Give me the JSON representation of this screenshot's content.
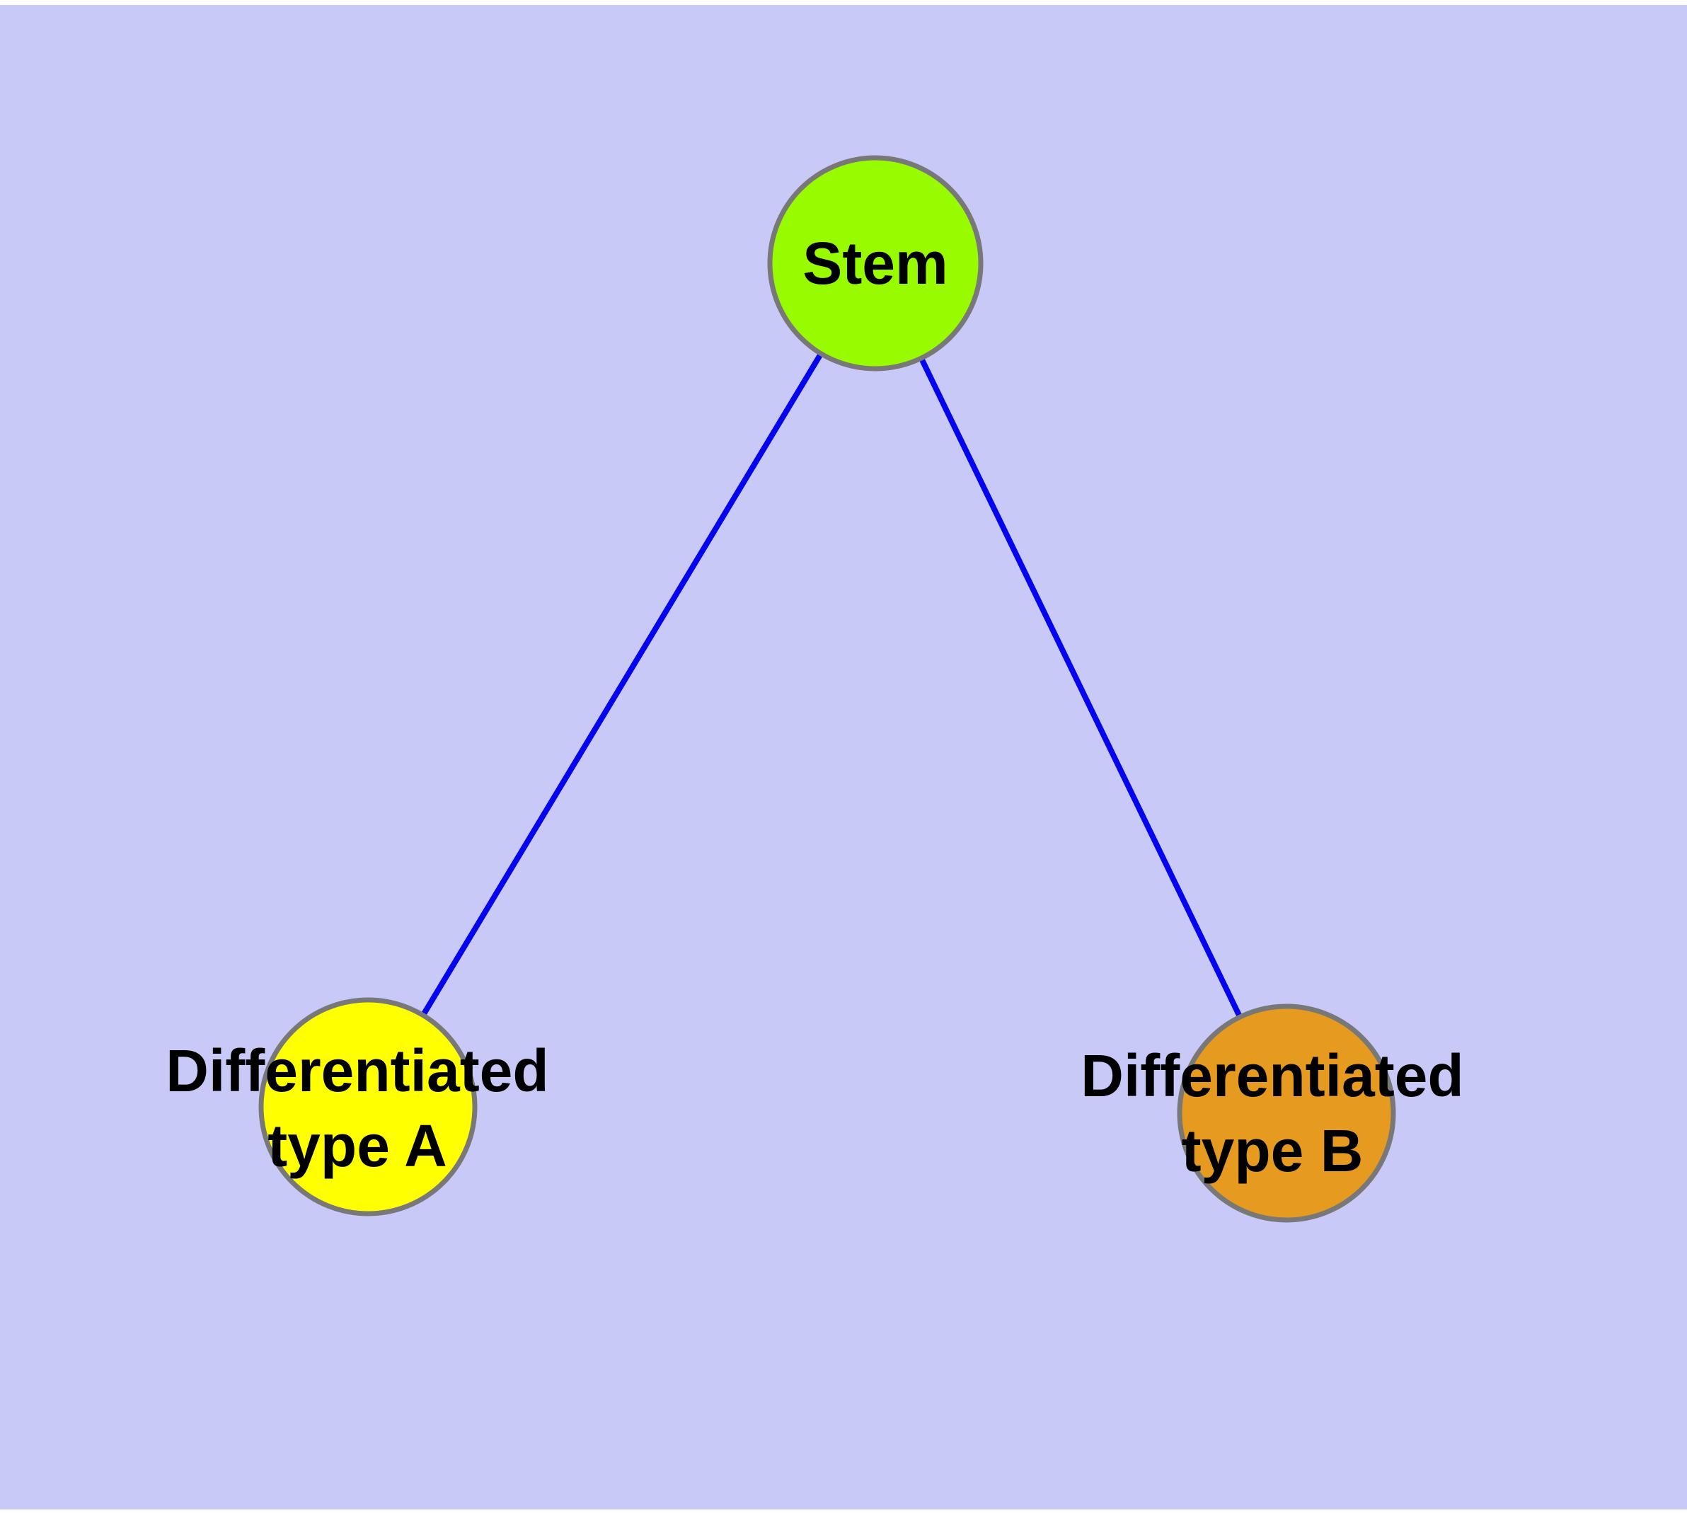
{
  "diagram": {
    "title": "stem cell differentiation graph",
    "background_color": "#C9C9F8",
    "frame_color": "#FFFFFF",
    "edge_color": "#0404EE",
    "node_stroke_color": "#787878",
    "text_color": "#000000",
    "nodes": [
      {
        "id": "stem",
        "label": "Stem",
        "fill": "#98FB00"
      },
      {
        "id": "differentiated-type-a",
        "label": "Differentiated type A",
        "label_line1": "Differentiated",
        "label_line2": "type A",
        "fill": "#FFFF00"
      },
      {
        "id": "differentiated-type-b",
        "label": "Differentiated type B",
        "label_line1": "Differentiated",
        "label_line2": "type B",
        "fill": "#E69A1F"
      }
    ],
    "edges": [
      {
        "from": "Stem",
        "to": "Differentiated type A"
      },
      {
        "from": "Stem",
        "to": "Differentiated type B"
      }
    ]
  }
}
